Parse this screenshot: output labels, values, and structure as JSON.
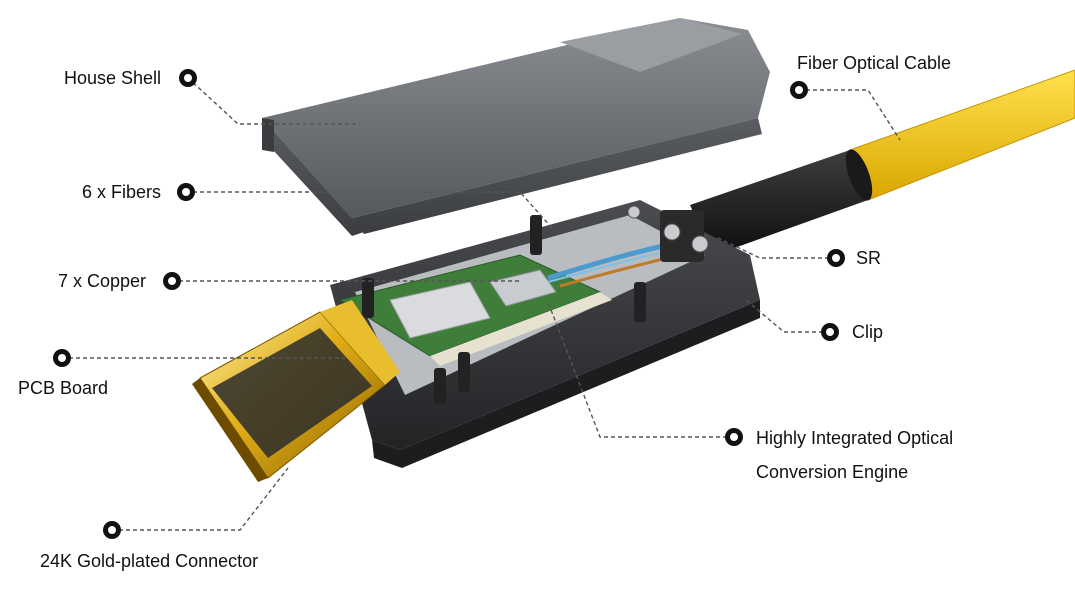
{
  "colors": {
    "cable_yellow": "#f6c300",
    "shell_grey": "#6f7276",
    "housing_dark": "#3a3c3f",
    "pcb_green": "#3f7d3a",
    "gold": "#d8a400",
    "leader_line": "#555555",
    "marker": "#111111"
  },
  "labels": {
    "house_shell": "House Shell",
    "fiber_optical_cable": "Fiber Optical Cable",
    "six_fibers": "6 x Fibers",
    "sr": "SR",
    "seven_copper": "7 x Copper",
    "clip": "Clip",
    "pcb_board": "PCB Board",
    "optical_engine_line1": "Highly Integrated Optical",
    "optical_engine_line2": "Conversion Engine",
    "gold_connector": "24K Gold-plated Connector"
  }
}
